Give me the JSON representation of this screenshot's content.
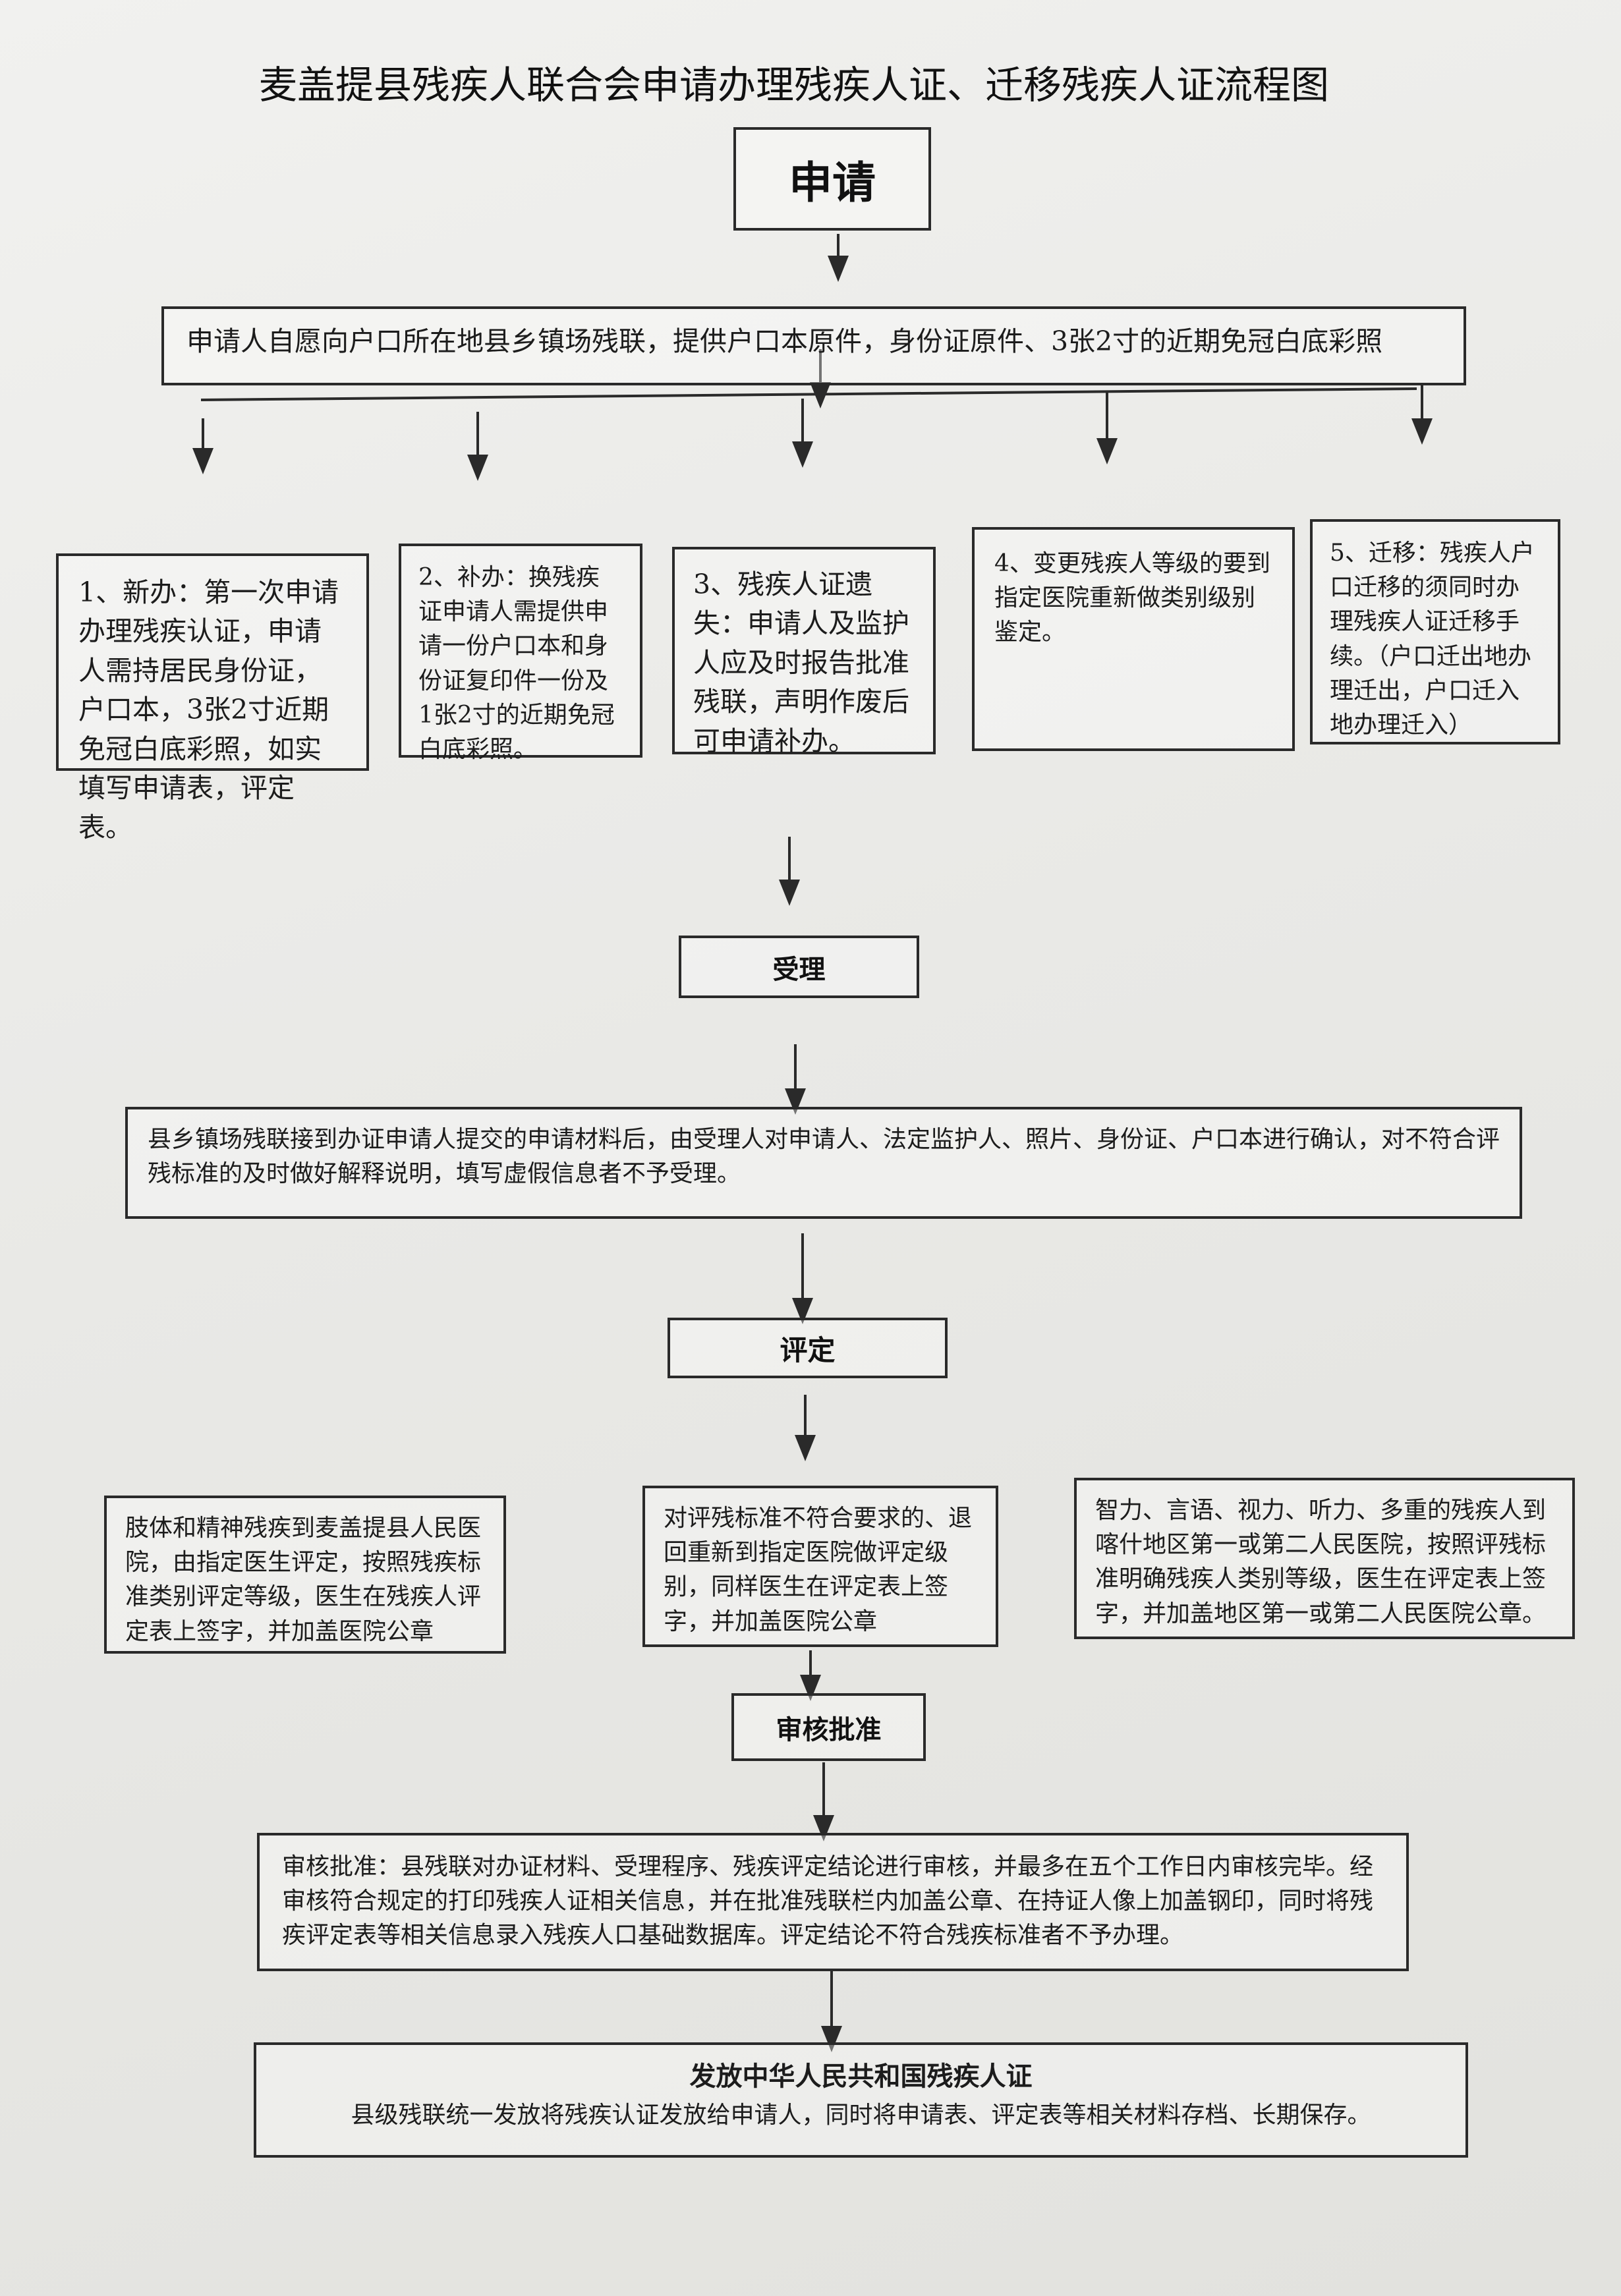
{
  "title": "麦盖提县残疾人联合会申请办理残疾人证、迁移残疾人证流程图",
  "stages": {
    "apply": "申请",
    "accept": "受理",
    "assess": "评定",
    "approve": "审核批准",
    "issue": "发放中华人民共和国残疾人证"
  },
  "apply_requirements": "申请人自愿向户口所在地县乡镇场残联，提供户口本原件，身份证原件、3张2寸的近期免冠白底彩照",
  "cases": [
    "1、新办：第一次申请办理残疾认证，申请人需持居民身份证，户口本，3张2寸近期免冠白底彩照，如实填写申请表，评定表。",
    "2、补办：换残疾证申请人需提供申请一份户口本和身份证复印件一份及1张2寸的近期免冠白底彩照。",
    "3、残疾人证遗失：申请人及监护人应及时报告批准残联，声明作废后可申请补办。",
    "4、变更残疾人等级的要到指定医院重新做类别级别鉴定。",
    "5、迁移：残疾人户口迁移的须同时办理残疾人证迁移手续。（户口迁出地办理迁出，户口迁入地办理迁入）"
  ],
  "accept_detail": "县乡镇场残联接到办证申请人提交的申请材料后，由受理人对申请人、法定监护人、照片、身份证、户口本进行确认，对不符合评残标准的及时做好解释说明，填写虚假信息者不予受理。",
  "assess_options": [
    "肢体和精神残疾到麦盖提县人民医院，由指定医生评定，按照残疾标准类别评定等级，医生在残疾人评定表上签字，并加盖医院公章",
    "对评残标准不符合要求的、退回重新到指定医院做评定级别，同样医生在评定表上签字，并加盖医院公章",
    "智力、言语、视力、听力、多重的残疾人到喀什地区第一或第二人民医院，按照评残标准明确残疾人类别等级，医生在评定表上签字，并加盖地区第一或第二人民医院公章。"
  ],
  "approve_detail": "审核批准：县残联对办证材料、受理程序、残疾评定结论进行审核，并最多在五个工作日内审核完毕。经审核符合规定的打印残疾人证相关信息，并在批准残联栏内加盖公章、在持证人像上加盖钢印，同时将残疾评定表等相关信息录入残疾人口基础数据库。评定结论不符合残疾标准者不予办理。",
  "issue_detail": "县级残联统一发放将残疾认证发放给申请人，同时将申请表、评定表等相关材料存档、长期保存。",
  "colors": {
    "line": "#2a2a2a",
    "paper": "#ececea"
  }
}
